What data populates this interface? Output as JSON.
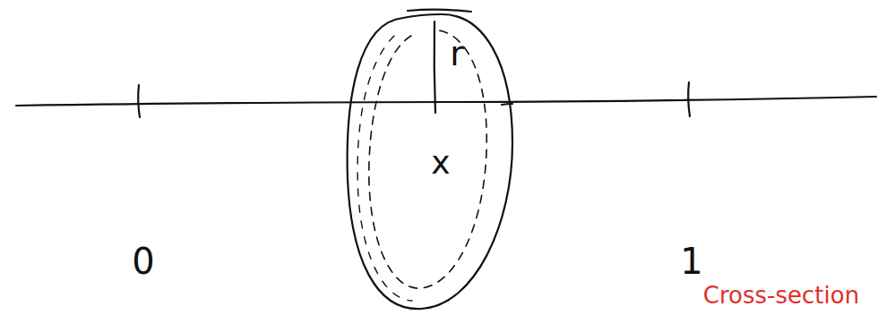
{
  "diagram": {
    "labels": [
      "0",
      "x",
      "r",
      "1",
      "Cross-section"
    ]
  }
}
